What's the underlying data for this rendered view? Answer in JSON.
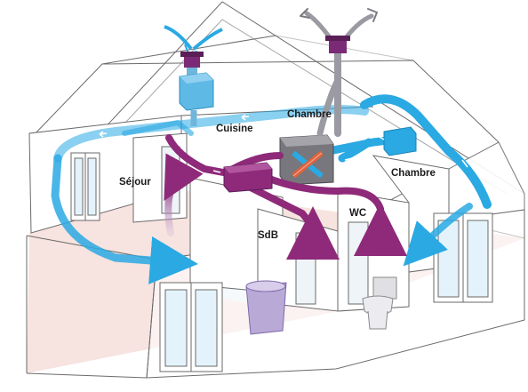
{
  "rooms": {
    "cuisine": "Cuisine",
    "chambre_1": "Chambre",
    "chambre_2": "Chambre",
    "sejour": "Séjour",
    "sdb": "SdB",
    "wc": "WC"
  },
  "colors": {
    "fresh_air": "#2aa9e3",
    "fresh_air_light": "#bfe7f8",
    "extract_air": "#8e2a79",
    "extract_air_light": "#c9b6d8",
    "exhaust_air": "#9a9aa2",
    "heat_exchanger": "#6f6f74",
    "floor": "#f5e4e0",
    "wall": "#ffffff",
    "wall_line": "#6a6a6a"
  },
  "icons": [
    "fresh-air-intake-icon",
    "exhaust-outlet-icon",
    "heat-exchanger-icon",
    "supply-plenum-icon",
    "extract-plenum-icon",
    "bathtub-icon",
    "toilet-icon",
    "window-icon"
  ]
}
